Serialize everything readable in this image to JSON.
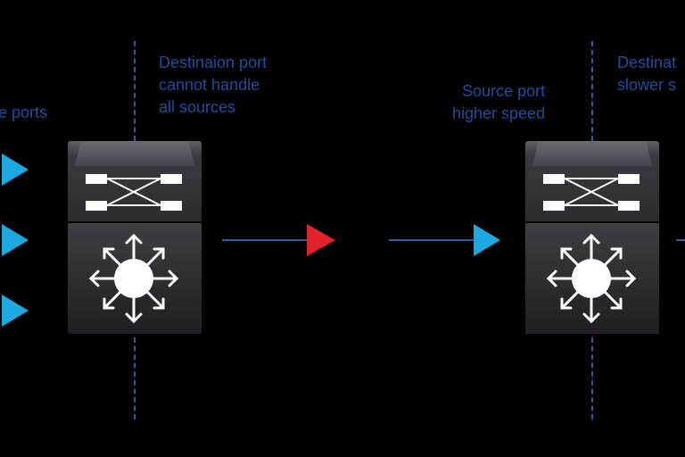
{
  "labels": {
    "left_ports": "e ports",
    "left_dest": "Destinaion port\ncannot handle\nall sources",
    "right_source": "Source port\nhigher speed",
    "right_dest": "Destinat\nslower s"
  },
  "colors": {
    "text": "#1f4e9e",
    "line": "#2f5d9c",
    "arrow_blue": "#1ba9e0",
    "arrow_red": "#e3232b"
  },
  "icons": [
    "crossbar-icon",
    "router-arrows-icon",
    "switch-icon",
    "arrow-icon"
  ]
}
